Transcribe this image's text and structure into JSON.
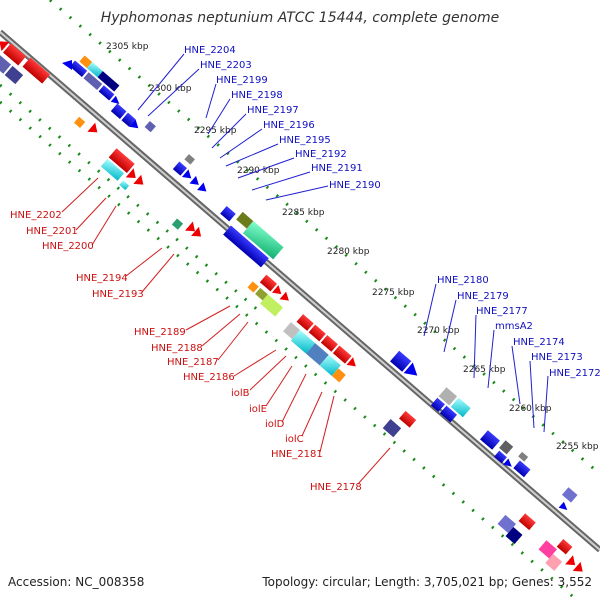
{
  "title": "Hyphomonas neptunium ATCC 15444, complete genome",
  "footer": {
    "accession": "Accession: NC_008358",
    "topology": "Topology: circular; Length: 3,705,021 bp; Genes: 3,552"
  },
  "kbp_labels": [
    "2305 kbp",
    "2300 kbp",
    "2295 kbp",
    "2290 kbp",
    "2285 kbp",
    "2280 kbp",
    "2275 kbp",
    "2270 kbp",
    "2265 kbp",
    "2260 kbp",
    "2255 kbp"
  ],
  "top_genes": [
    "HNE_2204",
    "HNE_2203",
    "HNE_2199",
    "HNE_2198",
    "HNE_2197",
    "HNE_2196",
    "HNE_2195",
    "HNE_2192",
    "HNE_2191",
    "HNE_2190"
  ],
  "right_genes": [
    "HNE_2180",
    "HNE_2179",
    "HNE_2177",
    "mmsA2",
    "HNE_2174",
    "HNE_2173",
    "HNE_2172"
  ],
  "left_genes": [
    "HNE_2202",
    "HNE_2201",
    "HNE_2200",
    "HNE_2194",
    "HNE_2193",
    "HNE_2189",
    "HNE_2188",
    "HNE_2187",
    "HNE_2186",
    "iolB",
    "iolE",
    "iolD",
    "iolC",
    "HNE_2181",
    "HNE_2178"
  ],
  "colors": {
    "backbone": "#888888",
    "grid_dots": "#209020",
    "forward_gene": "#0000ee",
    "reverse_gene": "#ee0000",
    "label_blue": "#1010c0",
    "label_red": "#cc1010"
  }
}
